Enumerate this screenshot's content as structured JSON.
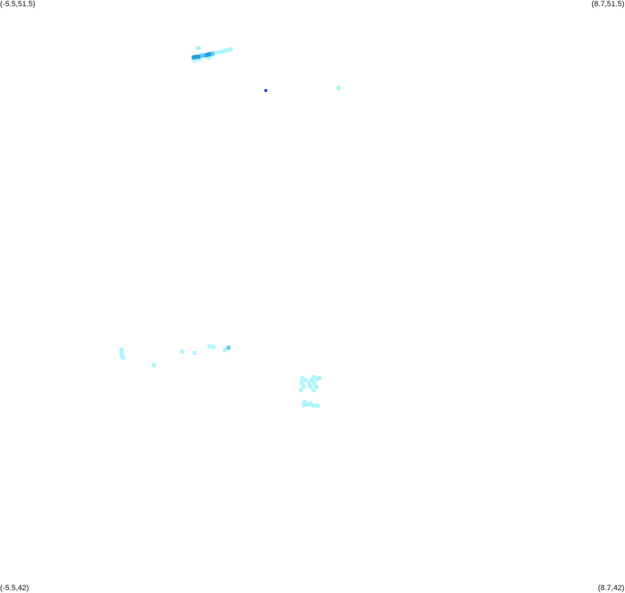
{
  "corners": {
    "top_left": "(-5.5,51.5)",
    "top_right": "(8.7,51.5)",
    "bottom_left": "(-5.5,42)",
    "bottom_right": "(8.7,42)"
  },
  "extent": {
    "lon_min": -5.5,
    "lon_max": 8.7,
    "lat_min": 42,
    "lat_max": 51.5
  },
  "colors": {
    "light": "#a6f5fb",
    "medium": "#4cc8ee",
    "dark": "#1a9be0",
    "blue": "#1f3fe0"
  },
  "points": [
    {
      "lon": -0.98,
      "lat": 50.55,
      "level": "light"
    },
    {
      "lon": -0.92,
      "lat": 50.62,
      "level": "light"
    },
    {
      "lon": -0.72,
      "lat": 50.61,
      "level": "light"
    },
    {
      "lon": -1.1,
      "lat": 50.58,
      "level": "dark"
    },
    {
      "lon": -1.05,
      "lat": 50.59,
      "level": "dark"
    },
    {
      "lon": -1.0,
      "lat": 50.59,
      "level": "dark"
    },
    {
      "lon": -0.95,
      "lat": 50.6,
      "level": "medium"
    },
    {
      "lon": -0.86,
      "lat": 50.61,
      "level": "medium"
    },
    {
      "lon": -0.8,
      "lat": 50.62,
      "level": "dark"
    },
    {
      "lon": -0.75,
      "lat": 50.63,
      "level": "dark"
    },
    {
      "lon": -0.68,
      "lat": 50.64,
      "level": "medium"
    },
    {
      "lon": -0.62,
      "lat": 50.65,
      "level": "light"
    },
    {
      "lon": -0.55,
      "lat": 50.66,
      "level": "light"
    },
    {
      "lon": -0.48,
      "lat": 50.67,
      "level": "light"
    },
    {
      "lon": -0.42,
      "lat": 50.68,
      "level": "light"
    },
    {
      "lon": -0.36,
      "lat": 50.69,
      "level": "light"
    },
    {
      "lon": -0.3,
      "lat": 50.7,
      "level": "light"
    },
    {
      "lon": -0.25,
      "lat": 50.71,
      "level": "light"
    },
    {
      "lon": -0.76,
      "lat": 50.58,
      "level": "light"
    },
    {
      "lon": -1.08,
      "lat": 50.53,
      "level": "light"
    },
    {
      "lon": -1.0,
      "lat": 50.73,
      "level": "light"
    },
    {
      "lon": 0.54,
      "lat": 50.05,
      "level": "blue"
    },
    {
      "lon": 2.19,
      "lat": 50.09,
      "level": "light"
    },
    {
      "lon": -2.74,
      "lat": 45.9,
      "level": "light"
    },
    {
      "lon": -2.74,
      "lat": 45.85,
      "level": "light"
    },
    {
      "lon": -2.73,
      "lat": 45.8,
      "level": "light"
    },
    {
      "lon": -2.7,
      "lat": 45.77,
      "level": "light"
    },
    {
      "lon": -2.0,
      "lat": 45.65,
      "level": "light"
    },
    {
      "lon": -1.36,
      "lat": 45.87,
      "level": "light"
    },
    {
      "lon": -1.08,
      "lat": 45.85,
      "level": "light"
    },
    {
      "lon": -0.74,
      "lat": 45.95,
      "level": "light"
    },
    {
      "lon": -0.65,
      "lat": 45.94,
      "level": "light"
    },
    {
      "lon": -0.39,
      "lat": 45.89,
      "level": "light"
    },
    {
      "lon": -0.31,
      "lat": 45.93,
      "level": "medium"
    },
    {
      "lon": 1.37,
      "lat": 45.44,
      "level": "light"
    },
    {
      "lon": 1.44,
      "lat": 45.41,
      "level": "light"
    },
    {
      "lon": 1.58,
      "lat": 45.41,
      "level": "light"
    },
    {
      "lon": 1.63,
      "lat": 45.46,
      "level": "light"
    },
    {
      "lon": 1.69,
      "lat": 45.43,
      "level": "light"
    },
    {
      "lon": 1.76,
      "lat": 45.44,
      "level": "light"
    },
    {
      "lon": 1.35,
      "lat": 45.37,
      "level": "light"
    },
    {
      "lon": 1.52,
      "lat": 45.37,
      "level": "light"
    },
    {
      "lon": 1.64,
      "lat": 45.36,
      "level": "light"
    },
    {
      "lon": 1.4,
      "lat": 45.31,
      "level": "light"
    },
    {
      "lon": 1.55,
      "lat": 45.31,
      "level": "light"
    },
    {
      "lon": 1.69,
      "lat": 45.3,
      "level": "light"
    },
    {
      "lon": 1.34,
      "lat": 45.25,
      "level": "light"
    },
    {
      "lon": 1.62,
      "lat": 45.25,
      "level": "light"
    },
    {
      "lon": 1.42,
      "lat": 45.06,
      "level": "light"
    },
    {
      "lon": 1.41,
      "lat": 45.01,
      "level": "light"
    },
    {
      "lon": 1.48,
      "lat": 45.02,
      "level": "light"
    },
    {
      "lon": 1.56,
      "lat": 45.03,
      "level": "light"
    },
    {
      "lon": 1.63,
      "lat": 45.0,
      "level": "light"
    },
    {
      "lon": 1.72,
      "lat": 45.0,
      "level": "light"
    }
  ]
}
